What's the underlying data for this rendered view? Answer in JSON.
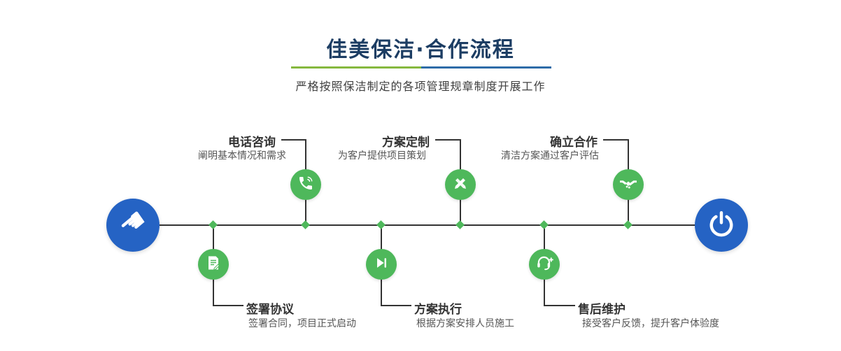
{
  "header": {
    "title": "佳美保洁·合作流程",
    "subtitle": "严格按照保洁制定的各项管理规章制度开展工作"
  },
  "colors": {
    "accent_green": "#4eb85b",
    "accent_blue": "#2563c4",
    "underline_green": "#85b83e",
    "underline_blue": "#2e6ca8",
    "line": "#333333",
    "title_text": "#1c3d63"
  },
  "timeline": {
    "start_icon": "pointing-hand-icon",
    "end_icon": "power-icon"
  },
  "steps_top": [
    {
      "label": "电话咨询",
      "desc": "阐明基本情况和需求",
      "icon": "phone-icon"
    },
    {
      "label": "方案定制",
      "desc": "为客户提供项目策划",
      "icon": "design-tools-icon"
    },
    {
      "label": "确立合作",
      "desc": "清洁方案通过客户评估",
      "icon": "handshake-icon"
    }
  ],
  "steps_bottom": [
    {
      "label": "签署协议",
      "desc": "签署合同，项目正式启动",
      "icon": "contract-icon"
    },
    {
      "label": "方案执行",
      "desc": "根据方案安排人员施工",
      "icon": "execute-icon"
    },
    {
      "label": "售后维护",
      "desc": "接受客户反馈，提升客户体验度",
      "icon": "headset-icon"
    }
  ]
}
